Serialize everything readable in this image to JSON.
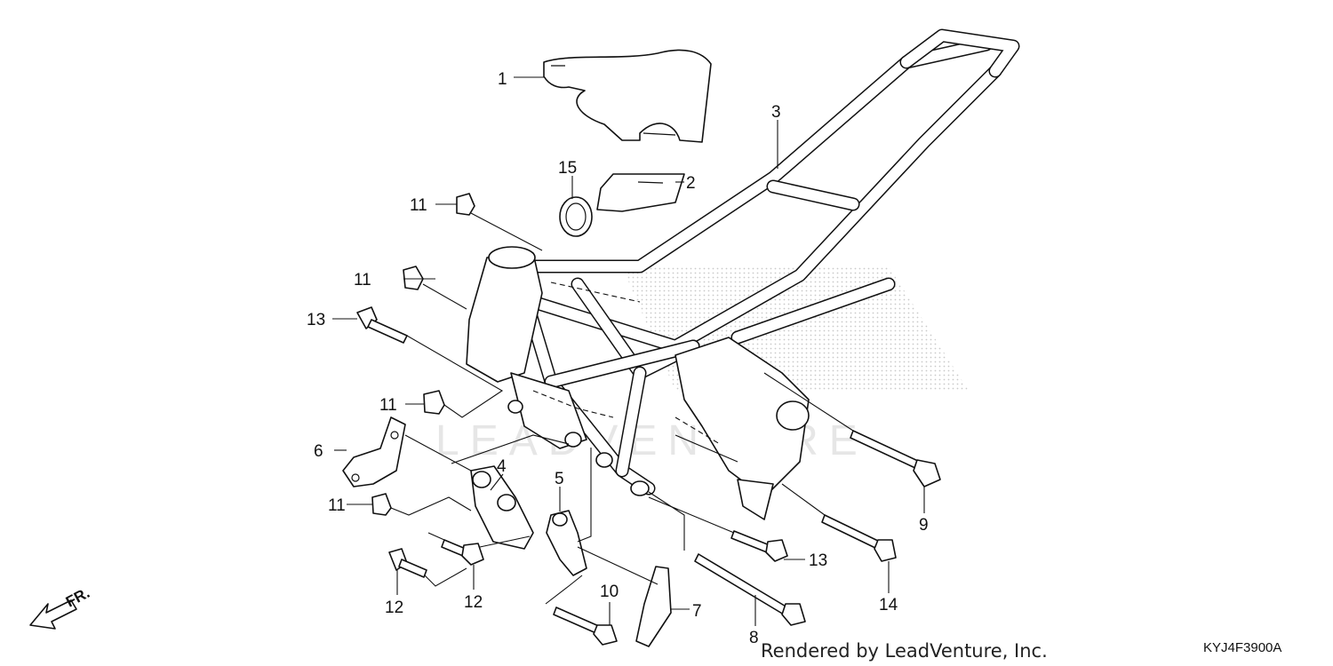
{
  "diagram": {
    "callouts": [
      "1",
      "2",
      "3",
      "4",
      "5",
      "6",
      "7",
      "8",
      "9",
      "10",
      "11",
      "12",
      "13",
      "14",
      "15"
    ],
    "watermark": "LEADVENTURE",
    "footer": "Rendered by LeadVenture, Inc.",
    "diagram_code": "KYJ4F3900A",
    "direction_label": "FR."
  }
}
